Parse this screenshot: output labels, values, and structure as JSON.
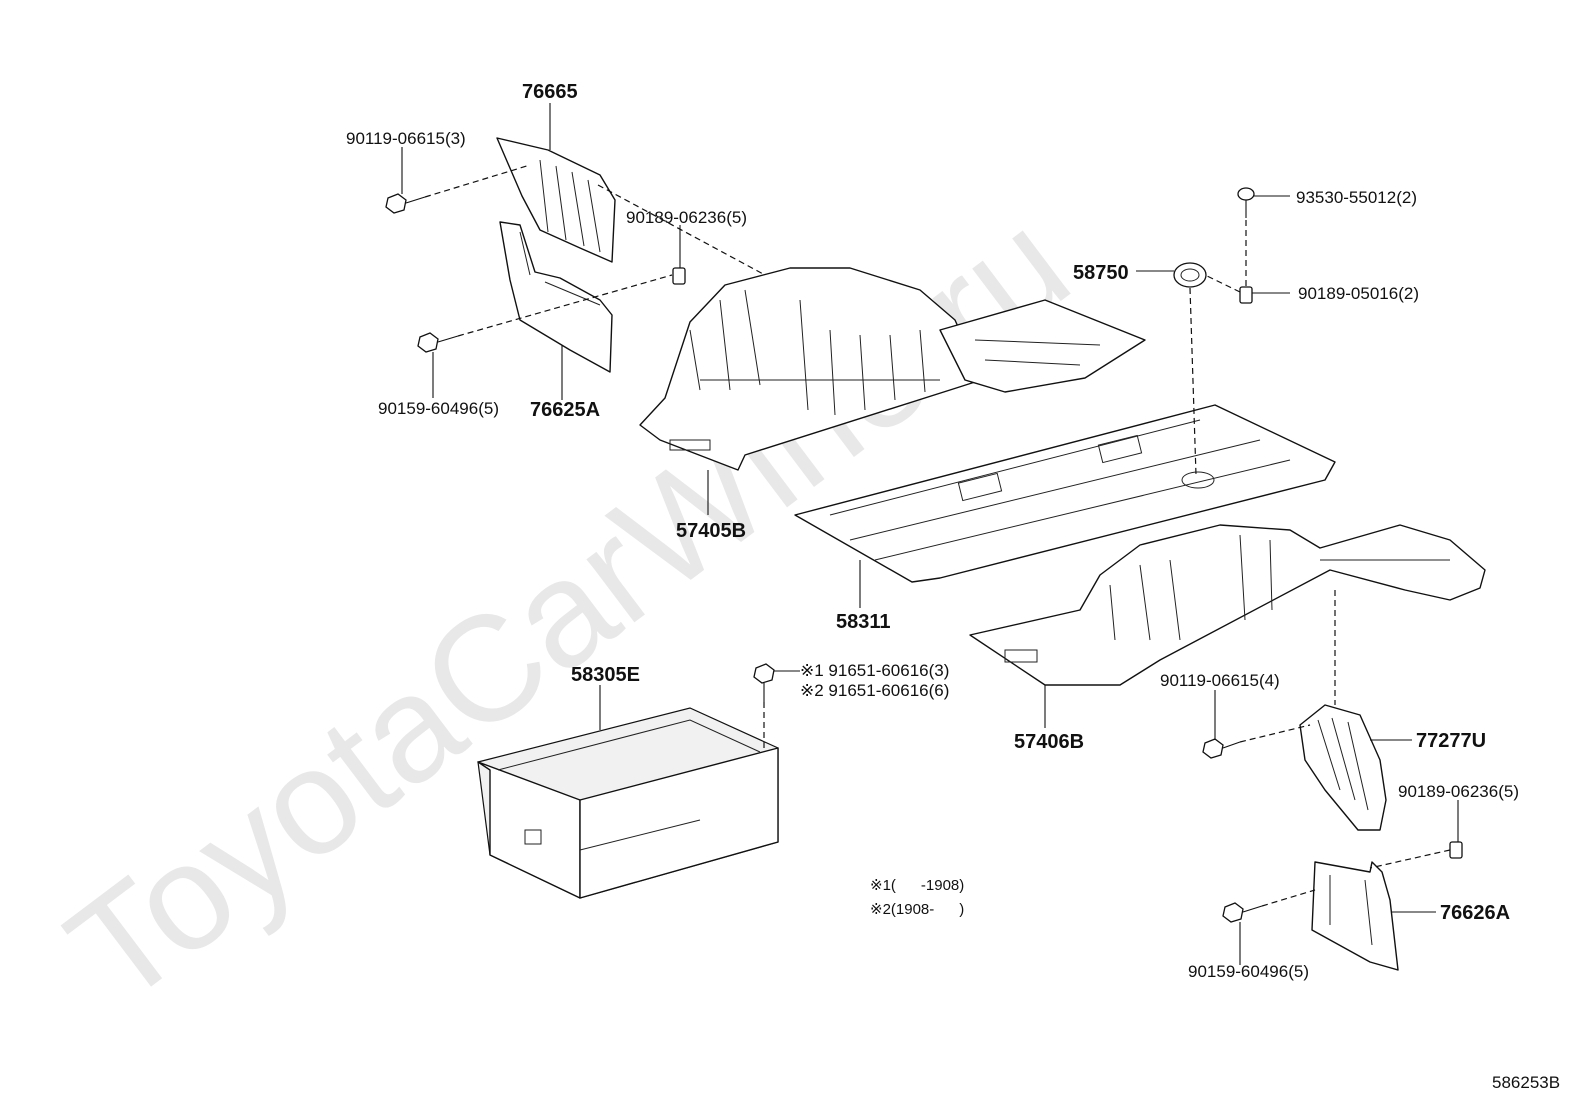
{
  "watermark": "ToyotaCarWine.ru",
  "diagram_id": "586253B",
  "part_labels": {
    "p76665": "76665",
    "p90119_06615_3": "90119-06615(3)",
    "p90189_06236_5a": "90189-06236(5)",
    "p93530_55012_2": "93530-55012(2)",
    "p58750": "58750",
    "p90189_05016_2": "90189-05016(2)",
    "p90159_60496_5a": "90159-60496(5)",
    "p76625A": "76625A",
    "p57405B": "57405B",
    "p58311": "58311",
    "p58305E": "58305E",
    "p91651_a": "※1 91651-60616(3)",
    "p91651_b": "※2 91651-60616(6)",
    "p57406B": "57406B",
    "p90119_06615_4": "90119-06615(4)",
    "p77277U": "77277U",
    "p90189_06236_5b": "90189-06236(5)",
    "p76626A": "76626A",
    "p90159_60496_5b": "90159-60496(5)"
  },
  "notes": {
    "n1": "※1(      -1908)",
    "n2": "※2(1908-      )"
  }
}
